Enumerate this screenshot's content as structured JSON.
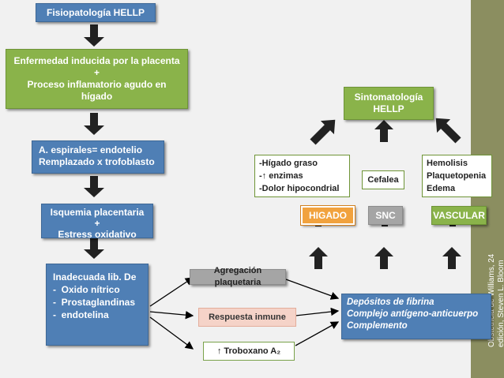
{
  "title": "Fisiopatología HELLP",
  "placenta_box": [
    "Enfermedad inducida por la placenta",
    "+",
    "Proceso inflamatorio agudo en",
    "hígado"
  ],
  "espirales_box": [
    "A.   espirales= endotelio",
    "Remplazado x trofoblasto"
  ],
  "isquemia_box": [
    "Isquemia placentaria",
    "+",
    "Estress oxidativo"
  ],
  "inadecuada_box": {
    "heading": "Inadecuada lib. De",
    "items": [
      "Oxido nítrico",
      "Prostaglandinas",
      "endotelina"
    ]
  },
  "agregacion": "Agregación plaquetaria",
  "respuesta": "Respuesta inmune",
  "troboxano": "↑ Troboxano A₂",
  "depositos": [
    "Depósitos de fibrina",
    "Complejo antígeno-anticuerpo",
    "Complemento"
  ],
  "sintomatologia": [
    "Sintomatología",
    "HELLP"
  ],
  "higado_symptoms": [
    "-Hígado graso",
    "-↑ enzimas",
    "-Dolor hipocondrial"
  ],
  "cefalea": "Cefalea",
  "vascular_symptoms": [
    "Hemolisis",
    "Plaquetopenia",
    "Edema"
  ],
  "higado": "HIGADO",
  "snc": "SNC",
  "vascular": "VASCULAR",
  "sidebar_text": [
    "Obstetricia de Williams, 24",
    "edición, Steven L. Bloom"
  ],
  "colors": {
    "green": "#8ab34a",
    "blue": "#4f7fb5",
    "orange": "#f1a23e",
    "gray": "#a5a5a5",
    "rose": "#f5d3c8",
    "sidebar": "#8b8e60"
  }
}
